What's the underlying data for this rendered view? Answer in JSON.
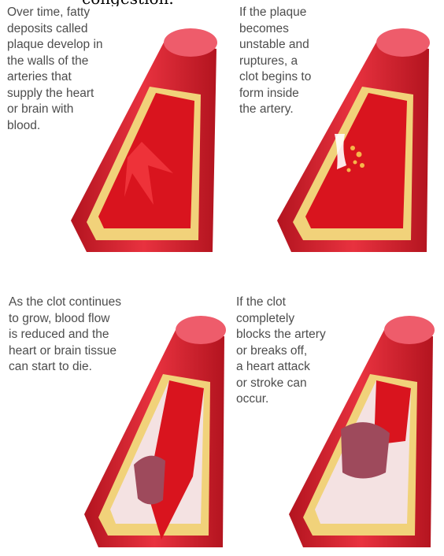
{
  "top_fragment": "congestion.",
  "panels": [
    {
      "caption": "Over time, fatty\ndeposits called\nplaque develop in\nthe walls of the\narteries that\nsupply the heart\nor brain with\nblood."
    },
    {
      "caption": "If the plaque\nbecomes\nunstable and\nruptures, a\nclot begins to\nform inside\nthe artery."
    },
    {
      "caption": "As the clot continues\nto grow, blood flow\nis reduced and the\nheart or brain tissue\ncan start to die."
    },
    {
      "caption": "If the clot\ncompletely\nblocks the artery\nor breaks off,\na heart attack\nor stroke can\noccur."
    }
  ],
  "colors": {
    "vessel_outer": "#e0283a",
    "vessel_dark": "#b3141f",
    "vessel_cap": "#ee5c6b",
    "plaque": "#f1d27a",
    "blood": "#d9141e",
    "clot": "#9e4a5c",
    "lumen_empty": "#f4e2e2",
    "caption_text": "#4d4d4d"
  }
}
